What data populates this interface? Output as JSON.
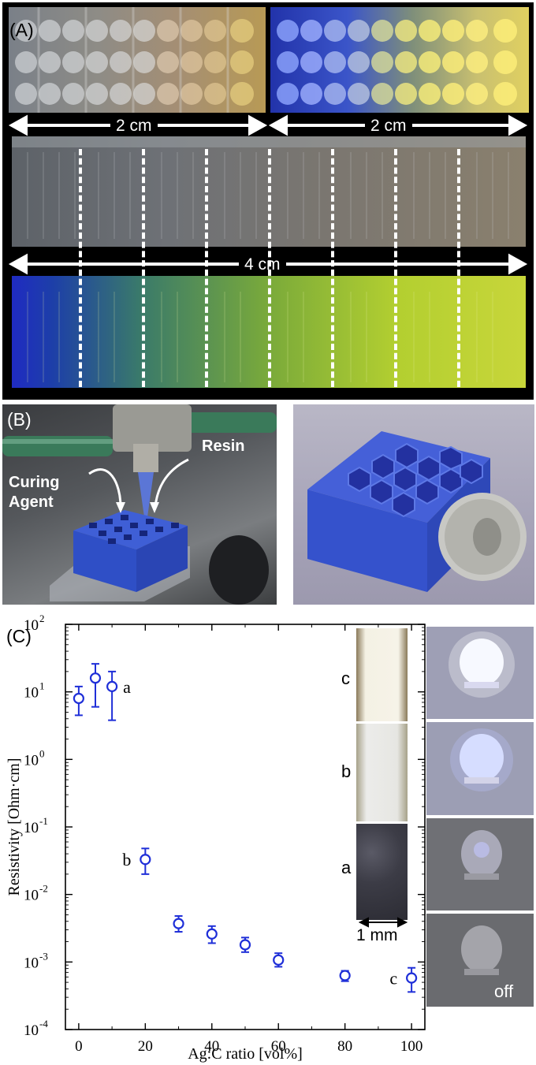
{
  "panels": {
    "a": {
      "label": "(A)",
      "length_left": "2 cm",
      "length_right": "2 cm",
      "length_full": "4 cm"
    },
    "b": {
      "label": "(B)",
      "resin_label": "Resin",
      "curing_label_line1": "Curing",
      "curing_label_line2": "Agent"
    },
    "c": {
      "label": "(C)",
      "inset_labels": [
        "c",
        "b",
        "a"
      ],
      "scale_bar": "1 mm",
      "led_off_label": "off"
    }
  },
  "colors": {
    "marker": "#1f2fd8",
    "printed_blue": "#3f5fd6",
    "fluor_green": "#c8e23a"
  },
  "chart_data": {
    "type": "scatter",
    "xlabel": "Ag:C ratio [vol%]",
    "ylabel": "Resistivity [Ohm·cm]",
    "xlim": [
      -4,
      104
    ],
    "ylim_log10": [
      -4,
      2
    ],
    "yscale": "log",
    "x_ticks": [
      "0",
      "20",
      "40",
      "60",
      "80",
      "100"
    ],
    "y_ticks": [
      "10",
      "10",
      "10",
      "10",
      "10",
      "10",
      "10"
    ],
    "y_tick_exponents": [
      "-4",
      "-3",
      "-2",
      "-1",
      "0",
      "1",
      "2"
    ],
    "grid": false,
    "points": [
      {
        "x": 0,
        "y": 8,
        "low": 4.5,
        "high": 12,
        "label": ""
      },
      {
        "x": 5,
        "y": 16,
        "low": 6,
        "high": 26,
        "label": ""
      },
      {
        "x": 10,
        "y": 12,
        "low": 3.8,
        "high": 20,
        "label": "a"
      },
      {
        "x": 20,
        "y": 0.033,
        "low": 0.02,
        "high": 0.048,
        "label": "b"
      },
      {
        "x": 30,
        "y": 0.0037,
        "low": 0.0028,
        "high": 0.0048,
        "label": ""
      },
      {
        "x": 40,
        "y": 0.0026,
        "low": 0.0019,
        "high": 0.0034,
        "label": ""
      },
      {
        "x": 50,
        "y": 0.0018,
        "low": 0.0014,
        "high": 0.0023,
        "label": ""
      },
      {
        "x": 60,
        "y": 0.00107,
        "low": 0.00085,
        "high": 0.00135,
        "label": ""
      },
      {
        "x": 80,
        "y": 0.00063,
        "low": 0.00052,
        "high": 0.00074,
        "label": ""
      },
      {
        "x": 100,
        "y": 0.00058,
        "low": 0.00036,
        "high": 0.00082,
        "label": "c"
      }
    ]
  }
}
